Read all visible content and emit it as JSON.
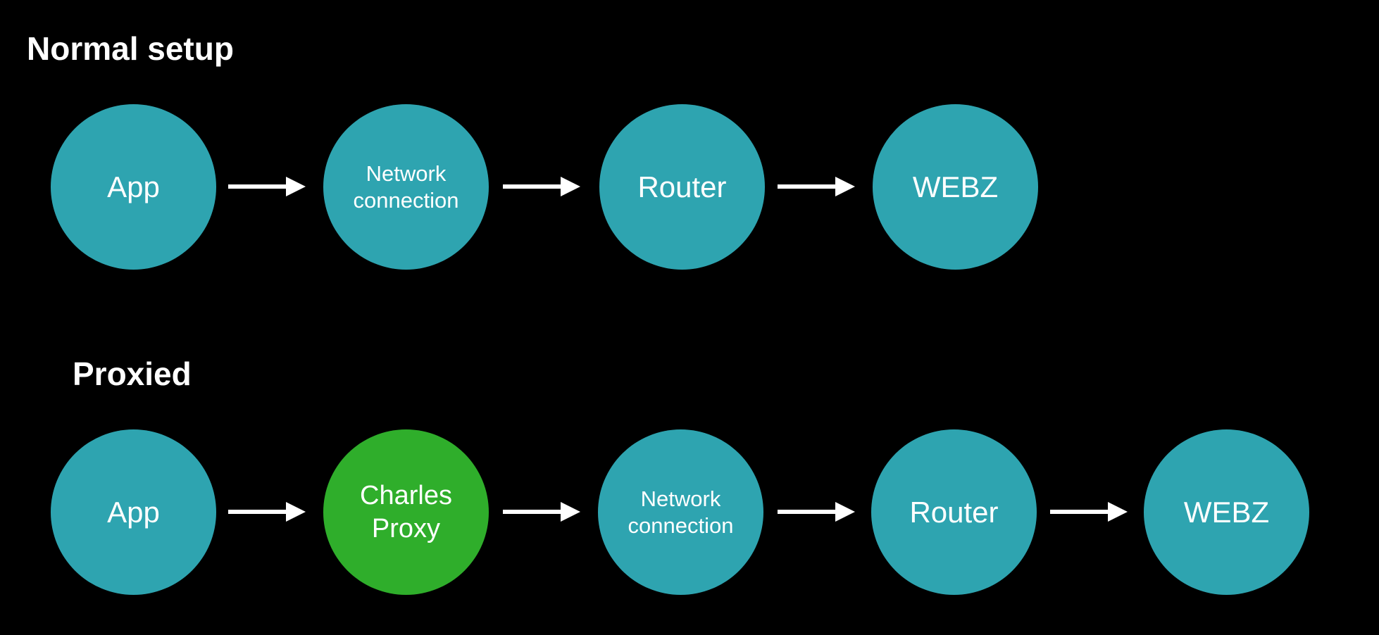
{
  "page": {
    "background": "#000000"
  },
  "colors": {
    "node_teal": "#2EA4B0",
    "node_green": "#2FAE2B",
    "text_color": "#FFFFFF",
    "arrow_color": "#FFFFFF"
  },
  "icons": {
    "arrow": "arrow-right-icon"
  },
  "rows": [
    {
      "label": "Normal setup",
      "nodes": [
        {
          "label": "App",
          "color": "teal"
        },
        {
          "label": "Network connection",
          "color": "teal"
        },
        {
          "label": "Router",
          "color": "teal"
        },
        {
          "label": "WEBZ",
          "color": "teal"
        }
      ]
    },
    {
      "label": "Proxied",
      "nodes": [
        {
          "label": "App",
          "color": "teal"
        },
        {
          "label": "Charles Proxy",
          "color": "green"
        },
        {
          "label": "Network connection",
          "color": "teal"
        },
        {
          "label": "Router",
          "color": "teal"
        },
        {
          "label": "WEBZ",
          "color": "teal"
        }
      ]
    }
  ]
}
